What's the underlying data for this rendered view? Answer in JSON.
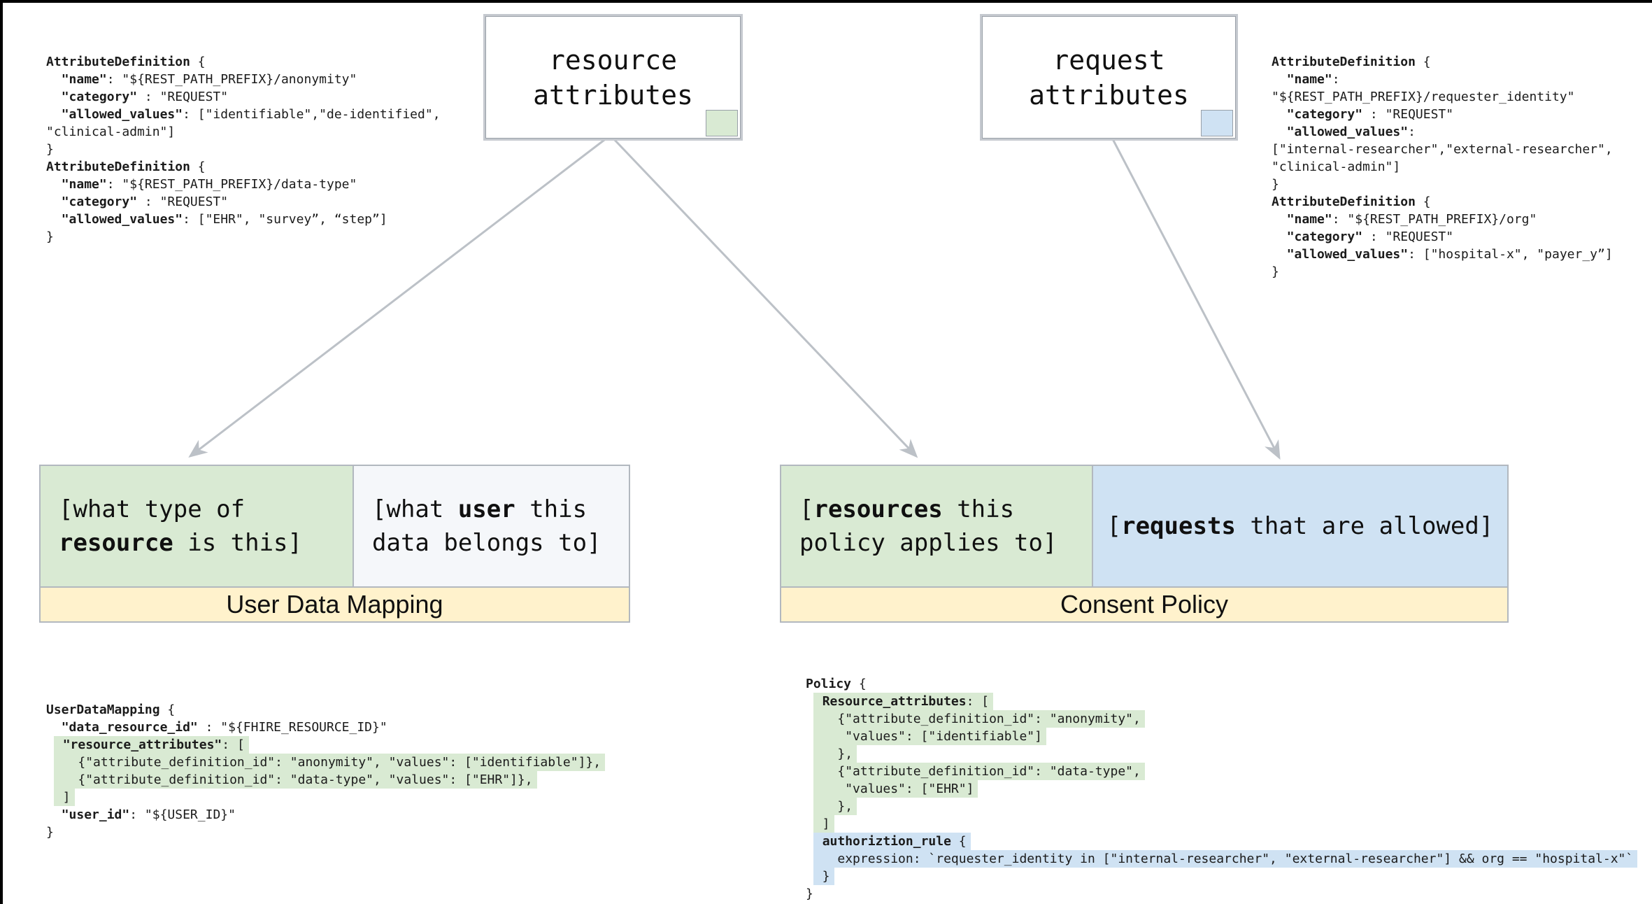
{
  "colors": {
    "green": "#d9ead3",
    "blue": "#cfe2f3",
    "yellow": "#fff2cc",
    "arrow": "#bcc1c7"
  },
  "boxes": {
    "resource": {
      "label": "resource\nattributes"
    },
    "request": {
      "label": "request\nattributes"
    }
  },
  "code_blocks": {
    "attr_def_left": {
      "lines": [
        {
          "parts": [
            {
              "t": "AttributeDefinition",
              "b": true
            },
            {
              "t": " {"
            }
          ]
        },
        {
          "parts": [
            {
              "t": "  "
            },
            {
              "t": "\"name\"",
              "b": true
            },
            {
              "t": ": \"${REST_PATH_PREFIX}/anonymity\""
            }
          ]
        },
        {
          "parts": [
            {
              "t": "  "
            },
            {
              "t": "\"category\"",
              "b": true
            },
            {
              "t": " : \"REQUEST\""
            }
          ]
        },
        {
          "parts": [
            {
              "t": "  "
            },
            {
              "t": "\"allowed_values\"",
              "b": true
            },
            {
              "t": ": [\"identifiable\",\"de-identified\","
            }
          ]
        },
        {
          "parts": [
            {
              "t": "\"clinical-admin\"]"
            }
          ]
        },
        {
          "parts": [
            {
              "t": "}"
            }
          ]
        },
        {
          "parts": [
            {
              "t": "AttributeDefinition",
              "b": true
            },
            {
              "t": " {"
            }
          ]
        },
        {
          "parts": [
            {
              "t": "  "
            },
            {
              "t": "\"name\"",
              "b": true
            },
            {
              "t": ": \"${REST_PATH_PREFIX}/data-type\""
            }
          ]
        },
        {
          "parts": [
            {
              "t": "  "
            },
            {
              "t": "\"category\"",
              "b": true
            },
            {
              "t": " : \"REQUEST\""
            }
          ]
        },
        {
          "parts": [
            {
              "t": "  "
            },
            {
              "t": "\"allowed_values\"",
              "b": true
            },
            {
              "t": ": [\"EHR\", \"survey”, “step”]"
            }
          ]
        },
        {
          "parts": [
            {
              "t": "}"
            }
          ]
        }
      ]
    },
    "attr_def_right": {
      "lines": [
        {
          "parts": [
            {
              "t": "AttributeDefinition",
              "b": true
            },
            {
              "t": " {"
            }
          ]
        },
        {
          "parts": [
            {
              "t": "  "
            },
            {
              "t": "\"name\"",
              "b": true
            },
            {
              "t": ":"
            }
          ]
        },
        {
          "parts": [
            {
              "t": "\"${REST_PATH_PREFIX}/requester_identity\""
            }
          ]
        },
        {
          "parts": [
            {
              "t": "  "
            },
            {
              "t": "\"category\"",
              "b": true
            },
            {
              "t": " : \"REQUEST\""
            }
          ]
        },
        {
          "parts": [
            {
              "t": "  "
            },
            {
              "t": "\"allowed_values\"",
              "b": true
            },
            {
              "t": ":"
            }
          ]
        },
        {
          "parts": [
            {
              "t": "[\"internal-researcher\",\"external-researcher\","
            }
          ]
        },
        {
          "parts": [
            {
              "t": "\"clinical-admin\"]"
            }
          ]
        },
        {
          "parts": [
            {
              "t": "}"
            }
          ]
        },
        {
          "parts": [
            {
              "t": "AttributeDefinition",
              "b": true
            },
            {
              "t": " {"
            }
          ]
        },
        {
          "parts": [
            {
              "t": "  "
            },
            {
              "t": "\"name\"",
              "b": true
            },
            {
              "t": ": \"${REST_PATH_PREFIX}/org\""
            }
          ]
        },
        {
          "parts": [
            {
              "t": "  "
            },
            {
              "t": "\"category\"",
              "b": true
            },
            {
              "t": " : \"REQUEST\""
            }
          ]
        },
        {
          "parts": [
            {
              "t": "  "
            },
            {
              "t": "\"allowed_values\"",
              "b": true
            },
            {
              "t": ": [\"hospital-x\", \"payer_y”]"
            }
          ]
        },
        {
          "parts": [
            {
              "t": "}"
            }
          ]
        }
      ]
    },
    "user_data_mapping": {
      "lines": [
        {
          "parts": [
            {
              "t": "UserDataMapping",
              "b": true
            },
            {
              "t": " {"
            }
          ]
        },
        {
          "parts": [
            {
              "t": "  "
            },
            {
              "t": "\"data_resource_id\"",
              "b": true
            },
            {
              "t": " : \"${FHIRE_RESOURCE_ID}\""
            }
          ]
        },
        {
          "hl": "green",
          "parts": [
            {
              "t": "  "
            },
            {
              "t": "\"resource_attributes\"",
              "b": true
            },
            {
              "t": ": ["
            }
          ]
        },
        {
          "hl": "green",
          "parts": [
            {
              "t": "    {\"attribute_definition_id\": \"anonymity\", \"values\": [\"identifiable\"]},"
            }
          ]
        },
        {
          "hl": "green",
          "parts": [
            {
              "t": "    {\"attribute_definition_id\": \"data-type\", \"values\": [\"EHR\"]},"
            }
          ]
        },
        {
          "hl": "green",
          "parts": [
            {
              "t": "  ]"
            }
          ]
        },
        {
          "parts": [
            {
              "t": "  "
            },
            {
              "t": "\"user_id\"",
              "b": true
            },
            {
              "t": ": \"${USER_ID}\""
            }
          ]
        },
        {
          "parts": [
            {
              "t": "}"
            }
          ]
        }
      ]
    },
    "policy": {
      "lines": [
        {
          "parts": [
            {
              "t": "Policy",
              "b": true
            },
            {
              "t": " {"
            }
          ]
        },
        {
          "hl": "green",
          "parts": [
            {
              "t": "  "
            },
            {
              "t": "Resource_attributes",
              "b": true
            },
            {
              "t": ": ["
            }
          ]
        },
        {
          "hl": "green",
          "parts": [
            {
              "t": "    {\"attribute_definition_id\": \"anonymity\","
            }
          ]
        },
        {
          "hl": "green",
          "parts": [
            {
              "t": "     \"values\": [\"identifiable\"]"
            }
          ]
        },
        {
          "hl": "green",
          "parts": [
            {
              "t": "    },"
            }
          ]
        },
        {
          "hl": "green",
          "parts": [
            {
              "t": "    {\"attribute_definition_id\": \"data-type\","
            }
          ]
        },
        {
          "hl": "green",
          "parts": [
            {
              "t": "     \"values\": [\"EHR\"]"
            }
          ]
        },
        {
          "hl": "green",
          "parts": [
            {
              "t": "    },"
            }
          ]
        },
        {
          "hl": "green",
          "parts": [
            {
              "t": "  ]"
            }
          ]
        },
        {
          "hl": "blue",
          "parts": [
            {
              "t": "  "
            },
            {
              "t": "authoriztion_rule",
              "b": true
            },
            {
              "t": " {"
            }
          ]
        },
        {
          "hl": "blue",
          "parts": [
            {
              "t": "    expression: `requester_identity in [\"internal-researcher\", \"external-researcher\"] && org == \"hospital-x\"`"
            }
          ]
        },
        {
          "hl": "blue",
          "parts": [
            {
              "t": "  }"
            }
          ]
        },
        {
          "parts": [
            {
              "t": "}"
            }
          ]
        }
      ]
    }
  },
  "groups": {
    "user_data_mapping": {
      "title": "User Data Mapping",
      "cells": [
        {
          "lines": [
            [
              {
                "t": "[what type of"
              }
            ],
            [
              {
                "t": "resource",
                "b": true
              },
              {
                "t": " is this]"
              }
            ]
          ]
        },
        {
          "lines": [
            [
              {
                "t": "[what "
              },
              {
                "t": "user",
                "b": true
              },
              {
                "t": " this"
              }
            ],
            [
              {
                "t": "data belongs to]"
              }
            ]
          ]
        }
      ]
    },
    "consent_policy": {
      "title": "Consent Policy",
      "cells": [
        {
          "lines": [
            [
              {
                "t": "["
              },
              {
                "t": "resources",
                "b": true
              },
              {
                "t": " this"
              }
            ],
            [
              {
                "t": "policy applies to]"
              }
            ]
          ]
        },
        {
          "lines": [
            [
              {
                "t": "["
              },
              {
                "t": "requests",
                "b": true
              },
              {
                "t": " that are allowed]"
              }
            ]
          ]
        }
      ]
    }
  }
}
